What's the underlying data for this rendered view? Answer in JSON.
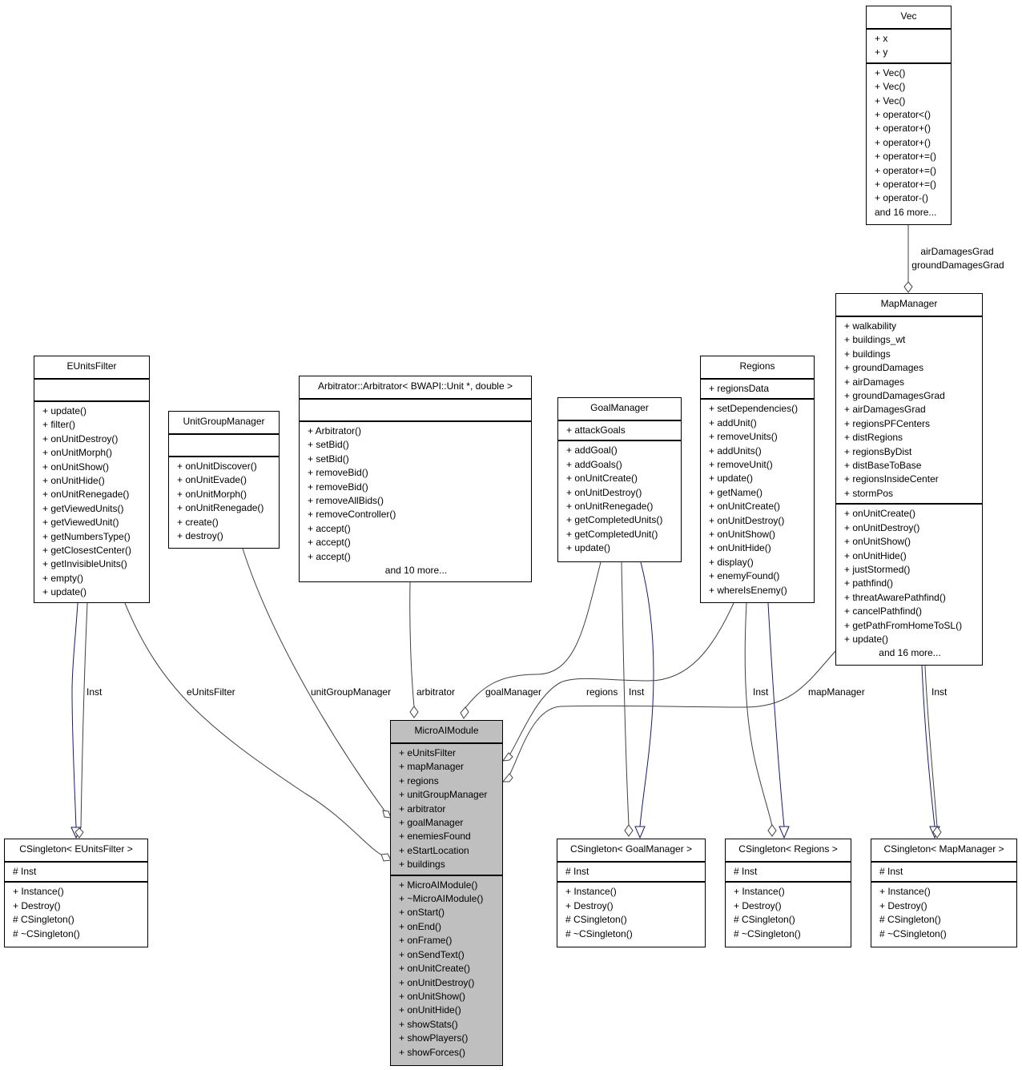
{
  "diagram": {
    "classes": [
      {
        "id": "vec",
        "name": "Vec",
        "attributes": [
          "+ x",
          "+ y"
        ],
        "methods": [
          "+ Vec()",
          "+ Vec()",
          "+ Vec()",
          "+ operator<()",
          "+ operator+()",
          "+ operator+()",
          "+ operator+=()",
          "+ operator+=()",
          "+ operator+=()",
          "+ operator-()"
        ],
        "more": "and 16 more...",
        "more_align": "left"
      },
      {
        "id": "mapmanager",
        "name": "MapManager",
        "attributes": [
          "+ walkability",
          "+ buildings_wt",
          "+ buildings",
          "+ groundDamages",
          "+ airDamages",
          "+ groundDamagesGrad",
          "+ airDamagesGrad",
          "+ regionsPFCenters",
          "+ distRegions",
          "+ regionsByDist",
          "+ distBaseToBase",
          "+ regionsInsideCenter",
          "+ stormPos"
        ],
        "methods": [
          "+ onUnitCreate()",
          "+ onUnitDestroy()",
          "+ onUnitShow()",
          "+ onUnitHide()",
          "+ justStormed()",
          "+ pathfind()",
          "+ threatAwarePathfind()",
          "+ cancelPathfind()",
          "+ getPathFromHomeToSL()",
          "+ update()"
        ],
        "more": "and 16 more...",
        "more_align": "center"
      },
      {
        "id": "regions",
        "name": "Regions",
        "attributes": [
          "+ regionsData"
        ],
        "methods": [
          "+ setDependencies()",
          "+ addUnit()",
          "+ removeUnits()",
          "+ addUnits()",
          "+ removeUnit()",
          "+ update()",
          "+ getName()",
          "+ onUnitCreate()",
          "+ onUnitDestroy()",
          "+ onUnitShow()",
          "+ onUnitHide()",
          "+ display()",
          "+ enemyFound()",
          "+ whereIsEnemy()"
        ]
      },
      {
        "id": "goalmanager",
        "name": "GoalManager",
        "attributes": [
          "+ attackGoals"
        ],
        "methods": [
          "+ addGoal()",
          "+ addGoals()",
          "+ onUnitCreate()",
          "+ onUnitDestroy()",
          "+ onUnitRenegade()",
          "+ getCompletedUnits()",
          "+ getCompletedUnit()",
          "+ update()"
        ]
      },
      {
        "id": "arbitrator",
        "name": "Arbitrator::Arbitrator< BWAPI::Unit *, double >",
        "attributes": [],
        "methods": [
          "+ Arbitrator()",
          "+ setBid()",
          "+ setBid()",
          "+ removeBid()",
          "+ removeBid()",
          "+ removeAllBids()",
          "+ removeController()",
          "+ accept()",
          "+ accept()",
          "+ accept()"
        ],
        "more": "and 10 more...",
        "more_align": "center"
      },
      {
        "id": "unitgroupmanager",
        "name": "UnitGroupManager",
        "attributes": [],
        "methods": [
          "+ onUnitDiscover()",
          "+ onUnitEvade()",
          "+ onUnitMorph()",
          "+ onUnitRenegade()",
          "+ create()",
          "+ destroy()"
        ]
      },
      {
        "id": "eunitsfilter",
        "name": "EUnitsFilter",
        "attributes": [],
        "methods": [
          "+ update()",
          "+ filter()",
          "+ onUnitDestroy()",
          "+ onUnitMorph()",
          "+ onUnitShow()",
          "+ onUnitHide()",
          "+ onUnitRenegade()",
          "+ getViewedUnits()",
          "+ getViewedUnit()",
          "+ getNumbersType()",
          "+ getClosestCenter()",
          "+ getInvisibleUnits()",
          "+ empty()",
          "+ update()"
        ]
      },
      {
        "id": "microaimodule",
        "name": "MicroAIModule",
        "highlighted": true,
        "attributes": [
          "+ eUnitsFilter",
          "+ mapManager",
          "+ regions",
          "+ unitGroupManager",
          "+ arbitrator",
          "+ goalManager",
          "+ enemiesFound",
          "+ eStartLocation",
          "+ buildings"
        ],
        "methods": [
          "+ MicroAIModule()",
          "+ ~MicroAIModule()",
          "+ onStart()",
          "+ onEnd()",
          "+ onFrame()",
          "+ onSendText()",
          "+ onUnitCreate()",
          "+ onUnitDestroy()",
          "+ onUnitShow()",
          "+ onUnitHide()",
          "+ showStats()",
          "+ showPlayers()",
          "+ showForces()"
        ]
      },
      {
        "id": "cs_eunitsfilter",
        "name": "CSingleton< EUnitsFilter >",
        "attributes": [
          "# Inst"
        ],
        "methods": [
          "+ Instance()",
          "+ Destroy()",
          "# CSingleton()",
          "# ~CSingleton()"
        ]
      },
      {
        "id": "cs_goalmanager",
        "name": "CSingleton< GoalManager >",
        "attributes": [
          "# Inst"
        ],
        "methods": [
          "+ Instance()",
          "+ Destroy()",
          "# CSingleton()",
          "# ~CSingleton()"
        ]
      },
      {
        "id": "cs_regions",
        "name": "CSingleton< Regions >",
        "attributes": [
          "# Inst"
        ],
        "methods": [
          "+ Instance()",
          "+ Destroy()",
          "# CSingleton()",
          "# ~CSingleton()"
        ]
      },
      {
        "id": "cs_mapmanager",
        "name": "CSingleton< MapManager >",
        "attributes": [
          "# Inst"
        ],
        "methods": [
          "+ Instance()",
          "+ Destroy()",
          "# CSingleton()",
          "# ~CSingleton()"
        ]
      }
    ],
    "edge_labels": {
      "vec_to_mapmanager": [
        "airDamagesGrad",
        "groundDamagesGrad"
      ],
      "eunitsfilter_inst": "Inst",
      "eunitsfilter_member": "eUnitsFilter",
      "unitgroupmanager_member": "unitGroupManager",
      "arbitrator_member": "arbitrator",
      "goalmanager_member": "goalManager",
      "regions_member": "regions",
      "goalmanager_inst": "Inst",
      "regions_inst": "Inst",
      "mapmanager_member": "mapManager",
      "mapmanager_inst": "Inst"
    },
    "colors": {
      "usage_edge": "#404040",
      "inheritance_edge": "#191970",
      "highlight_fill": "#bfbfbf",
      "box_border": "#000000"
    }
  }
}
